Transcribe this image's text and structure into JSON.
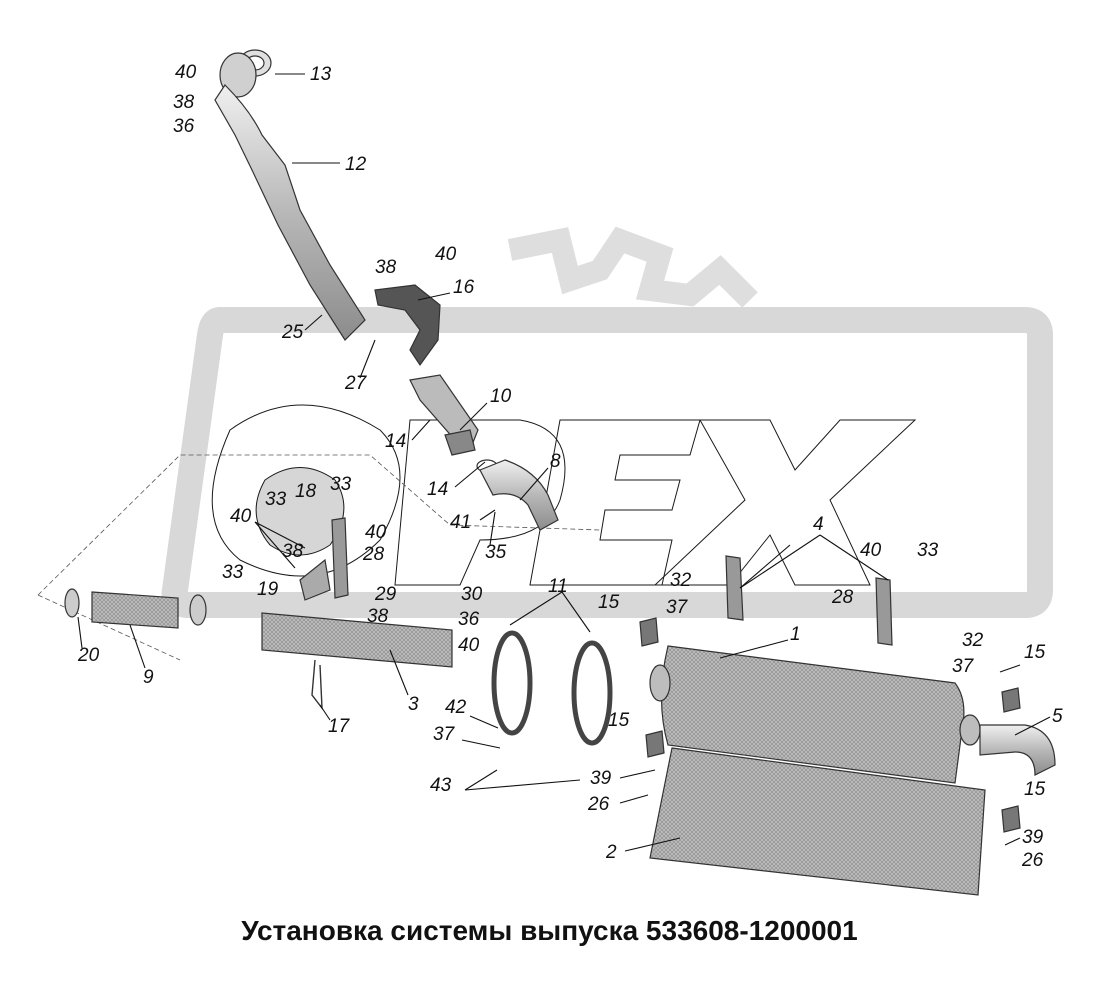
{
  "caption": "Установка системы выпуска 533608-1200001",
  "watermark": {
    "text": "OPEX",
    "color": "#d9d9d9"
  },
  "colors": {
    "outline": "#333333",
    "part_fill": "#cfcfcf",
    "label": "#111111"
  },
  "callouts": [
    {
      "id": "c13",
      "text": "13"
    },
    {
      "id": "c40a",
      "text": "40"
    },
    {
      "id": "c38a",
      "text": "38"
    },
    {
      "id": "c36a",
      "text": "36"
    },
    {
      "id": "c12",
      "text": "12"
    },
    {
      "id": "c38b",
      "text": "38"
    },
    {
      "id": "c40b",
      "text": "40"
    },
    {
      "id": "c16",
      "text": "16"
    },
    {
      "id": "c25",
      "text": "25"
    },
    {
      "id": "c27",
      "text": "27"
    },
    {
      "id": "c10",
      "text": "10"
    },
    {
      "id": "c14a",
      "text": "14"
    },
    {
      "id": "c8",
      "text": "8"
    },
    {
      "id": "c14b",
      "text": "14"
    },
    {
      "id": "c41",
      "text": "41"
    },
    {
      "id": "c35",
      "text": "35"
    },
    {
      "id": "c33a",
      "text": "33"
    },
    {
      "id": "c18",
      "text": "18"
    },
    {
      "id": "c33b",
      "text": "33"
    },
    {
      "id": "c40c",
      "text": "40"
    },
    {
      "id": "c40d",
      "text": "40"
    },
    {
      "id": "c28a",
      "text": "28"
    },
    {
      "id": "c38c",
      "text": "38"
    },
    {
      "id": "c33c",
      "text": "33"
    },
    {
      "id": "c19",
      "text": "19"
    },
    {
      "id": "c29",
      "text": "29"
    },
    {
      "id": "c38d",
      "text": "38"
    },
    {
      "id": "c4",
      "text": "4"
    },
    {
      "id": "c40e",
      "text": "40"
    },
    {
      "id": "c33d",
      "text": "33"
    },
    {
      "id": "c28b",
      "text": "28"
    },
    {
      "id": "c30",
      "text": "30"
    },
    {
      "id": "c36b",
      "text": "36"
    },
    {
      "id": "c40f",
      "text": "40"
    },
    {
      "id": "c11",
      "text": "11"
    },
    {
      "id": "c32a",
      "text": "32"
    },
    {
      "id": "c37a",
      "text": "37"
    },
    {
      "id": "c15a",
      "text": "15"
    },
    {
      "id": "c20",
      "text": "20"
    },
    {
      "id": "c9",
      "text": "9"
    },
    {
      "id": "c3",
      "text": "3"
    },
    {
      "id": "c17",
      "text": "17"
    },
    {
      "id": "c1",
      "text": "1"
    },
    {
      "id": "c32b",
      "text": "32"
    },
    {
      "id": "c37b",
      "text": "37"
    },
    {
      "id": "c15b",
      "text": "15"
    },
    {
      "id": "c5",
      "text": "5"
    },
    {
      "id": "c42",
      "text": "42"
    },
    {
      "id": "c37c",
      "text": "37"
    },
    {
      "id": "c15c",
      "text": "15"
    },
    {
      "id": "c43",
      "text": "43"
    },
    {
      "id": "c39a",
      "text": "39"
    },
    {
      "id": "c26a",
      "text": "26"
    },
    {
      "id": "c15d",
      "text": "15"
    },
    {
      "id": "c39b",
      "text": "39"
    },
    {
      "id": "c26b",
      "text": "26"
    },
    {
      "id": "c2",
      "text": "2"
    }
  ]
}
